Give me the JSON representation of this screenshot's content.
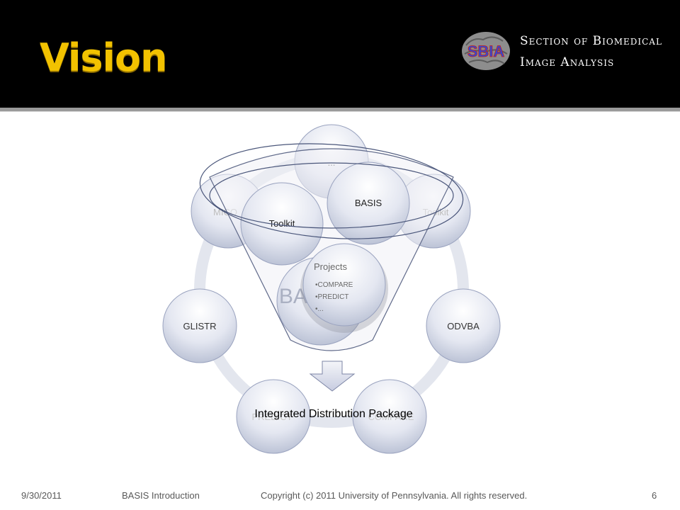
{
  "slide": {
    "title": "Vision",
    "org_line1": "Section of Biomedical",
    "org_line2": "Image Analysis",
    "logo_text": "SBIA"
  },
  "diagram": {
    "outer_nodes": [
      "...",
      "Toolkit",
      "ODVBA",
      "COMPARE",
      "PREDICT",
      "GLISTR",
      "MICO"
    ],
    "center_label": "BASIS",
    "funnel_nodes": [
      "Toolkit",
      "BASIS"
    ],
    "projects_title": "Projects",
    "projects_items": [
      "COMPARE",
      "PREDICT",
      "..."
    ],
    "package_label": "Integrated Distribution Package"
  },
  "footer": {
    "date": "9/30/2011",
    "subject": "BASIS Introduction",
    "copyright": "Copyright (c) 2011 University of Pennsylvania. All rights reserved.",
    "page": "6"
  }
}
